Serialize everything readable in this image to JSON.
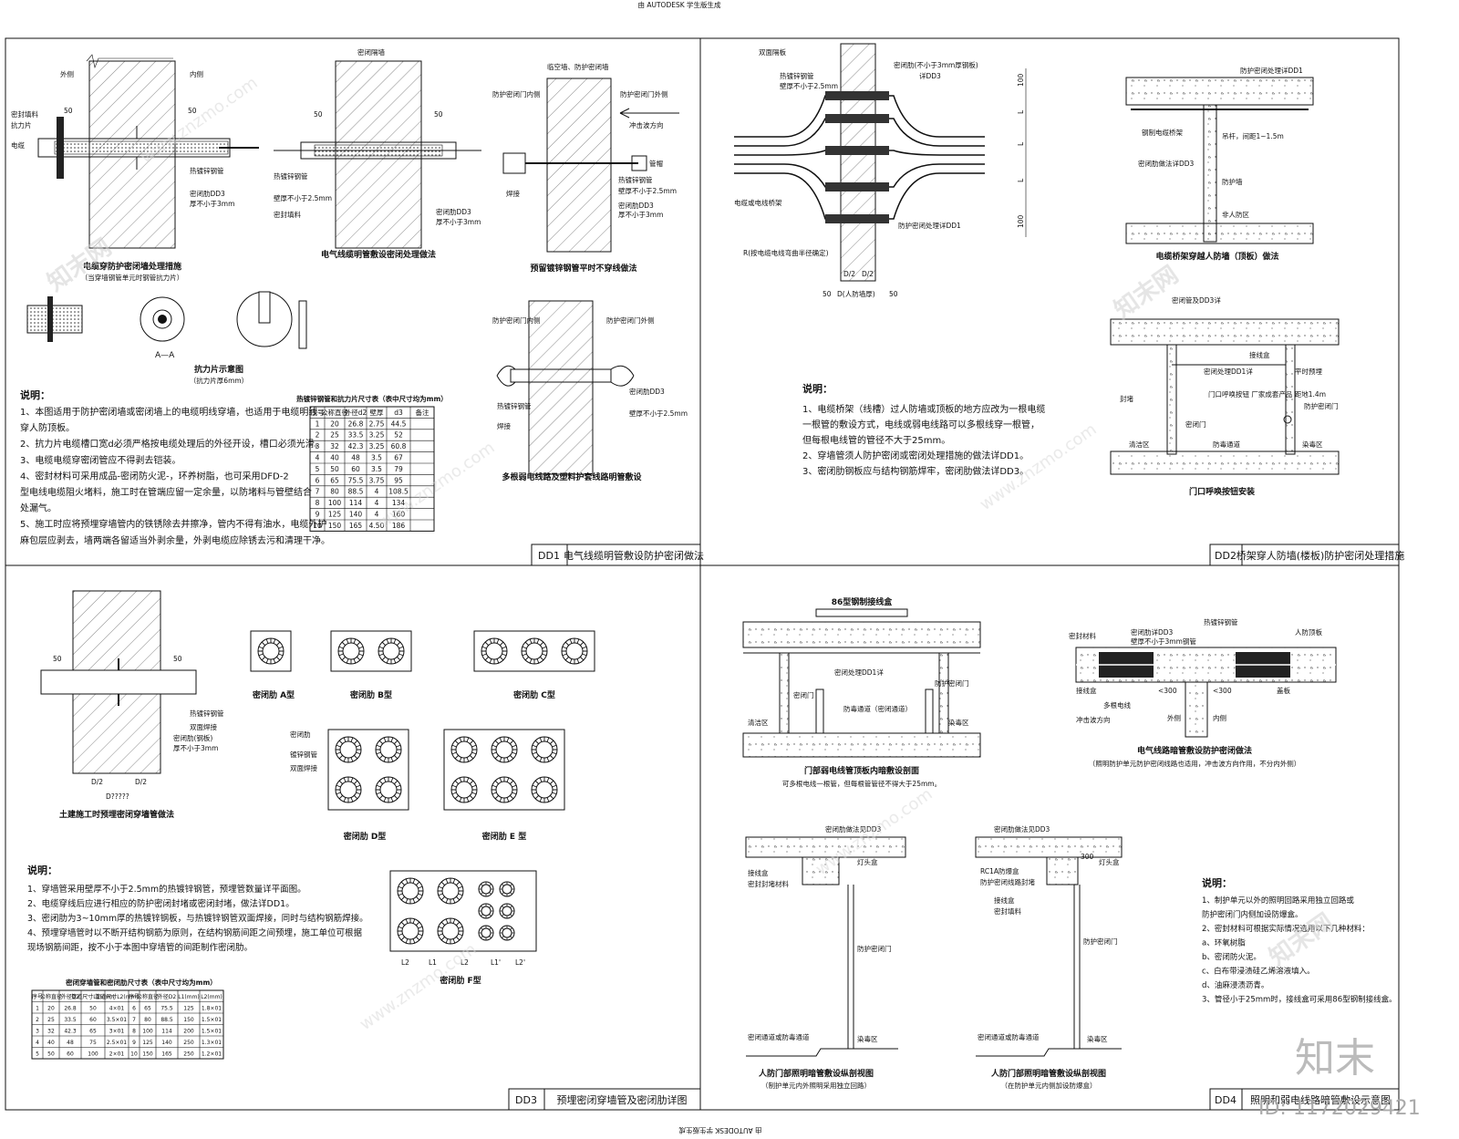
{
  "header": {
    "autodesk": "由 AUTODESK 学生版生成",
    "autodesk_bottom": "由 AUTODESK 学生版生成"
  },
  "colors": {
    "ink": "#111111",
    "hatch": "#555555",
    "watermark": "#cccccc",
    "background": "#ffffff"
  },
  "brand": {
    "logo": "知末",
    "id": "ID: 1172029421",
    "watermark_url": "www.znzmo.com",
    "watermark_cn": "知末网"
  },
  "panels": {
    "dd1": {
      "code": "DD1",
      "title": "电气线缆明管敷设防护密闭做法",
      "fig1_title": "电缆穿防护密闭墙处理措施",
      "fig1_sub": "（当穿墙钢管单元时钢管抗力片）",
      "fig2_title": "电气线缆明管敷设密闭处理做法",
      "fig3_title": "预留镀锌钢管平时不穿线做法",
      "fig4_title": "多根弱电线路及塑料护套线路明管敷设",
      "fig5_title": "抗力片示意图",
      "fig5_sub": "（抗力片厚6mm）",
      "labels": {
        "outside": "外侧",
        "inside": "内侧",
        "wall": "密闭隔墙",
        "seal_fill": "密封填料",
        "plate": "抗力片",
        "cable": "电缆",
        "sleeve": "热镀锌钢管",
        "seal_rib": "密闭肋DD3",
        "thickness": "厚不小于3mm",
        "wall_thk": "壁厚不小于2.5mm",
        "protect_door_in": "防护密闭门内侧",
        "protect_door_out": "防护密闭门外侧",
        "shock": "冲击波方向",
        "weld": "焊接",
        "section": "A—A",
        "dim50": "50",
        "pipe": "管帽",
        "shock_proof": "临空墙、防护密闭墙"
      },
      "notes_title": "说明：",
      "notes": [
        "1、本图适用于防护密闭墙或密闭墙上的电缆明线穿墙，也适用于电缆明线",
        "    穿人防顶板。",
        "2、抗力片电缆槽口宽d必须严格按电缆处理后的外径开设，槽口必须光滑。",
        "3、电缆电缆穿密闭管应不得剥去铠装。",
        "4、密封材料可采用成品-密闭防火泥-，环养树脂，也可采用DFD-2",
        "    型电线电缆阻火堵料，施工时在管端应留一定余量，以防堵料与管壁结合",
        "    处漏气。",
        "5、施工时应将预埋穿墙管内的铁锈除去并擦净，管内不得有油水，电缆外护",
        "    麻包层应剥去，墙两端各留适当外剥余量，外剥电缆应除锈去污和清理干净。"
      ],
      "table_caption": "热镀锌钢管和抗力片尺寸表（表中尺寸均为mm）",
      "table_header": [
        "序号",
        "公称直径",
        "外径d2",
        "壁厚",
        "d3",
        "备注"
      ],
      "table_rows": [
        [
          "1",
          "20",
          "26.8",
          "2.75",
          "44.5",
          ""
        ],
        [
          "2",
          "25",
          "33.5",
          "3.25",
          "52",
          ""
        ],
        [
          "3",
          "32",
          "42.3",
          "3.25",
          "60.8",
          ""
        ],
        [
          "4",
          "40",
          "48",
          "3.5",
          "67",
          ""
        ],
        [
          "5",
          "50",
          "60",
          "3.5",
          "79",
          ""
        ],
        [
          "6",
          "65",
          "75.5",
          "3.75",
          "95",
          ""
        ],
        [
          "7",
          "80",
          "88.5",
          "4",
          "108.5",
          ""
        ],
        [
          "8",
          "100",
          "114",
          "4",
          "134",
          ""
        ],
        [
          "9",
          "125",
          "140",
          "4",
          "160",
          ""
        ],
        [
          "10",
          "150",
          "165",
          "4.50",
          "186",
          ""
        ]
      ]
    },
    "dd2": {
      "code": "DD2",
      "title": "桥架穿人防墙(楼板)防护密闭处理措施",
      "fig1_labels": {
        "double_plate": "双面隔板",
        "sleeve": "热镀锌钢管",
        "wall_thk": "壁厚不小于2.5mm",
        "seal_rib": "密闭肋(不小于3mm厚钢板)",
        "seal_dd3": "详DD3",
        "tray": "电缆或电线桥架",
        "seal_dd1": "防护密闭处理详DD1",
        "radius": "R(按电缆电线弯曲半径确定)",
        "d2": "D/2",
        "d": "D(人防墙厚)",
        "l": "L",
        "dim100": "100",
        "dim50": "50"
      },
      "fig2_title": "电缆桥架穿越人防墙（顶板）做法",
      "fig2_labels": {
        "dd1": "防护密闭处理详DD1",
        "tray": "钢制电缆桥架",
        "hang": "吊杆，间距1~1.5m",
        "dd3": "密闭肋做法详DD3",
        "protect_wall": "防护墙",
        "civil": "非人防区"
      },
      "fig3_title": "门口呼唤按钮安装",
      "fig3_labels": {
        "dd3": "密闭管及DD3详",
        "dd1": "密闭处理DD1详",
        "junction": "接线盒",
        "button": "门口呼唤按钮 厂家成套产品 距地1.4m",
        "door": "密闭门",
        "protect_door": "防护密闭门",
        "zone_a": "清洁区",
        "zone_b": "防毒通道",
        "zone_c": "染毒区",
        "flush": "平时预埋",
        "seal_plate": "封堵"
      },
      "notes_title": "说明：",
      "notes": [
        "1、电缆桥架（线槽）过人防墙或顶板的地方应改为一根电缆",
        "    一根管的敷设方式，电线或弱电线路可以多根线穿一根管，",
        "    但每根电线管的管径不大于25mm。",
        "2、穿墙管须人防护密闭或密闭处理措施的做法详DD1。",
        "3、密闭肋钢板应与结构钢筋焊牢，密闭肋做法详DD3。"
      ]
    },
    "dd3": {
      "code": "DD3",
      "title": "预埋密闭穿墙管及密闭肋详图",
      "fig1_title": "土建施工时预埋密闭穿墙管做法",
      "fig1_labels": {
        "sleeve": "热镀锌钢管",
        "double_weld": "双面焊接",
        "seal_rib": "密闭肋(钢板)",
        "thk": "厚不小于3mm",
        "d2": "D/2",
        "d": "D?????",
        "dim50": "50"
      },
      "ribs": {
        "a": "密闭肋 A型",
        "b": "密闭肋 B型",
        "c": "密闭肋 C型",
        "d": "密闭肋 D型",
        "e": "密闭肋 E 型",
        "f": "密闭肋 F型"
      },
      "rib_labels": {
        "rib": "密闭肋",
        "sleeve": "镀锌钢管",
        "weld": "双面焊接",
        "l1": "L1",
        "l2": "L2",
        "l1p": "L1'",
        "l2p": "L2'"
      },
      "notes_title": "说明：",
      "notes": [
        "1、穿墙管采用壁厚不小于2.5mm的热镀锌钢管，预埋管数量详平面图。",
        "2、电缆穿线后应进行相应的防护密闭封堵或密闭封堵，做法详DD1。",
        "3、密闭肋为3~10mm厚的热镀锌钢板，与热镀锌钢管双面焊接，同时与结构钢筋焊接。",
        "4、预埋穿墙管时以不断开结构钢筋为原则，在结构钢筋间距之间预埋，施工单位可根据",
        "    现场钢筋间距，按不小于本图中穿墙管的间距制作密闭肋。"
      ],
      "table_caption": "密闭穿墙管和密闭肋尺寸表（表中尺寸均为mm）",
      "table_header": [
        "序号",
        "公称直径",
        "外径D2",
        "管道尺寸L1(mm)",
        "管道尺寸L2(mm)",
        "序号",
        "公称直径",
        "外径D2",
        "L1(mm)",
        "L2(mm)"
      ],
      "table_rows": [
        [
          "1",
          "20",
          "26.8",
          "50",
          "4×01",
          "6",
          "65",
          "75.5",
          "125",
          "1.8×01"
        ],
        [
          "2",
          "25",
          "33.5",
          "60",
          "3.5×01",
          "7",
          "80",
          "88.5",
          "150",
          "1.5×01"
        ],
        [
          "3",
          "32",
          "42.3",
          "65",
          "3×01",
          "8",
          "100",
          "114",
          "200",
          "1.5×01"
        ],
        [
          "4",
          "40",
          "48",
          "75",
          "2.5×01",
          "9",
          "125",
          "140",
          "250",
          "1.3×01"
        ],
        [
          "5",
          "50",
          "60",
          "100",
          "2×01",
          "10",
          "150",
          "165",
          "250",
          "1.2×01"
        ]
      ]
    },
    "dd4": {
      "code": "DD4",
      "title": "照明和弱电线路暗管敷设示意图",
      "fig1_top": "86型钢制接线盒",
      "fig1_title": "门部弱电线管顶板内暗敷设剖面",
      "fig1_sub": "可多根电线一根管，但每根管管径不得大于25mm。",
      "fig1_labels": {
        "dd1": "密闭处理DD1详",
        "door": "密闭门",
        "protect_door": "防护密闭门",
        "zone_a": "清洁区",
        "zone_b": "防毒通道（密闭通道）",
        "zone_c": "染毒区"
      },
      "fig2_title": "电气线路暗管敷设防护密闭做法",
      "fig2_sub": "（照明防护单元防护密闭线路也适用，冲击波方向作用，不分内外侧）",
      "fig2_labels": {
        "seal": "密封材料",
        "sleeve": "热镀锌钢管",
        "thk": "壁厚不小于3mm钢管",
        "dd3": "密闭肋详DD3",
        "civil": "人防顶板",
        "junction": "接线盒",
        "multi": "多根电线",
        "shock": "冲击波方向",
        "lt300a": "<300",
        "lt300b": "<300",
        "outside": "外侧",
        "inside": "内侧",
        "hood": "盖板"
      },
      "fig3_title": "人防门部照明暗管敷设纵剖视图",
      "fig3_sub": "（制护单元内外照明采用独立回路）",
      "fig3_labels": {
        "dd3": "密闭肋做法见DD3",
        "box": "接线盒",
        "seal_fill": "密封封堵材料",
        "light": "灯头盒",
        "door": "防护密闭门",
        "zone": "密闭通道或防毒通道",
        "dirty": "染毒区"
      },
      "fig4_title": "人防门部照明暗管敷设纵剖视图",
      "fig4_sub": "（在防护单元内侧加设防爆盒）",
      "fig4_labels": {
        "dd3": "密闭肋做法见DD3",
        "rc": "RC1A防爆盒",
        "rc_sub": "防护密闭线路封堵",
        "box": "接线盒",
        "light": "灯头盒",
        "seal": "密封填料",
        "door": "防护密闭门",
        "zone": "密闭通道或防毒通道",
        "dirty": "染毒区",
        "dim": "300"
      },
      "notes_title": "说明：",
      "notes": [
        "1、制护单元以外的照明回路采用独立回路或",
        "    防护密闭门内侧加设防爆盒。",
        "2、密封材料可根据实际情况选用以下几种材料：",
        "    a、环氧树脂",
        "    b、密闭防火泥。",
        "    c、白布带浸渍硅乙烯溶液填入。",
        "    d、油麻浸渍沥青。",
        "3、管径小于25mm时，接线盒可采用86型钢制接线盒。"
      ]
    }
  }
}
